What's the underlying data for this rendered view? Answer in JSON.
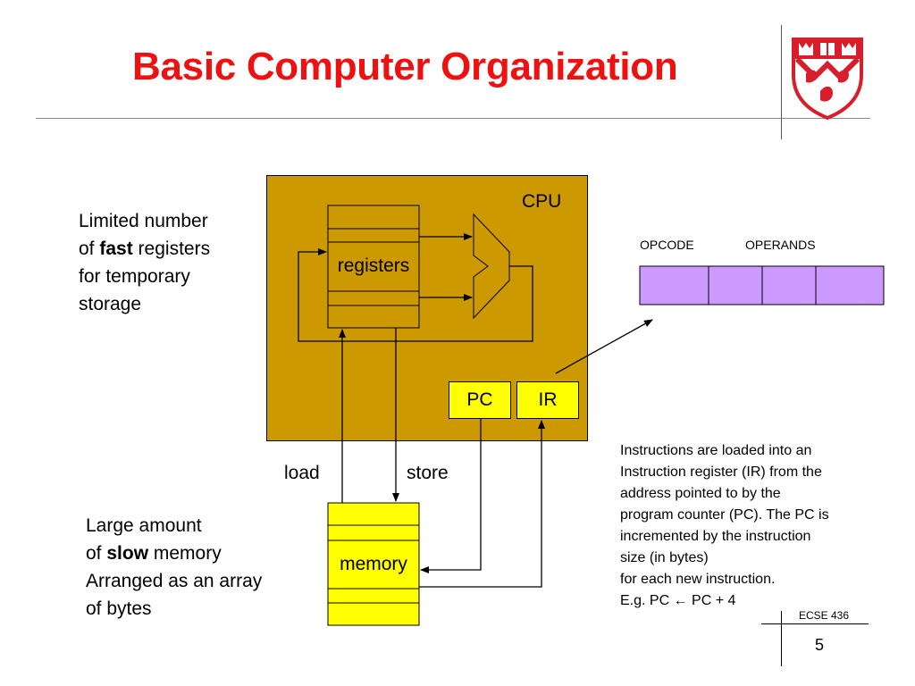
{
  "slide": {
    "title": "Basic Computer Organization",
    "course": "ECSE 436",
    "page_number": "5"
  },
  "cpu": {
    "label": "CPU",
    "registers_label": "registers",
    "pc_label": "PC",
    "ir_label": "IR"
  },
  "memory": {
    "label": "memory",
    "load_label": "load",
    "store_label": "store"
  },
  "notes": {
    "registers": {
      "line1": "Limited number",
      "line2_prefix": "of ",
      "line2_bold": "fast",
      "line2_suffix": " registers",
      "line3": "for temporary",
      "line4": "storage"
    },
    "memory": {
      "line1": "Large amount",
      "line2_prefix": "of ",
      "line2_bold": "slow",
      "line2_suffix": " memory",
      "line3": "Arranged as an array",
      "line4": "of bytes"
    }
  },
  "instruction_format": {
    "opcode_label": "OPCODE",
    "operands_label": "OPERANDS"
  },
  "instruction_text": {
    "line1": "Instructions are loaded into an",
    "line2": "Instruction register (IR) from the",
    "line3": "address pointed to by the",
    "line4": "program counter (PC). The PC is",
    "line5": "incremented by the instruction",
    "line6": "size (in bytes)",
    "line7": "for each new instruction.",
    "line8": "E.g. PC ← PC + 4"
  },
  "colors": {
    "title": "#ee1111",
    "cpu_fill": "#cc9900",
    "register_fill": "#cc9900",
    "memory_fill": "#ffff00",
    "pc_ir_fill": "#ffff00",
    "instruction_cell_fill": "#cc99ff",
    "crest_red": "#d81e2a"
  }
}
